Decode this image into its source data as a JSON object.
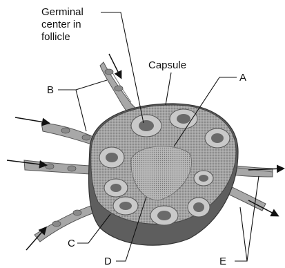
{
  "labels": {
    "germinal_line1": "Germinal",
    "germinal_line2": "center in",
    "germinal_line3": "follicle",
    "capsule": "Capsule",
    "a": "A",
    "b": "B",
    "c": "C",
    "d": "D",
    "e": "E"
  },
  "colors": {
    "tissue": "#9c9c9c",
    "tissue_dark": "#5e5e5e",
    "follicle": "#c9c9c9",
    "germinal": "#6a6a6a",
    "vessel": "#a8a8a8",
    "leader": "#111111"
  }
}
